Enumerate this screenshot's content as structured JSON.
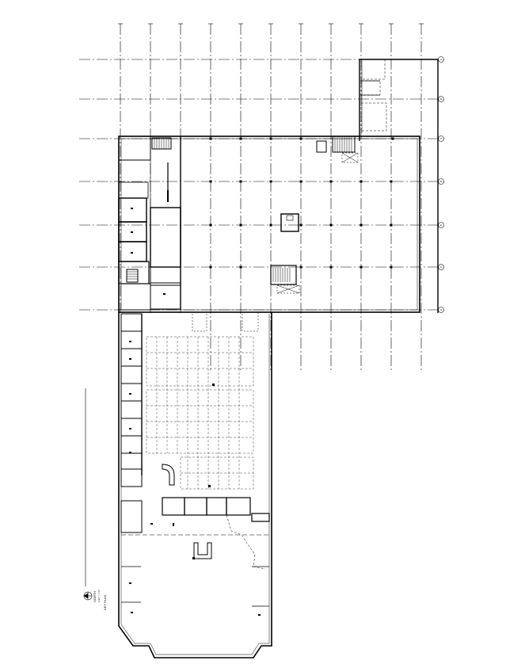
{
  "sheet": {
    "north_label": "NORTH",
    "scale_label": "1/32\" = 1'-0\"",
    "key_plan_label": "KEY PLAN",
    "grid_bubbles": [
      "A",
      "B",
      "C",
      "D",
      "E",
      "F",
      "G"
    ],
    "colors": {
      "line": "#000000",
      "dash": "#555555",
      "background": "#ffffff"
    }
  }
}
